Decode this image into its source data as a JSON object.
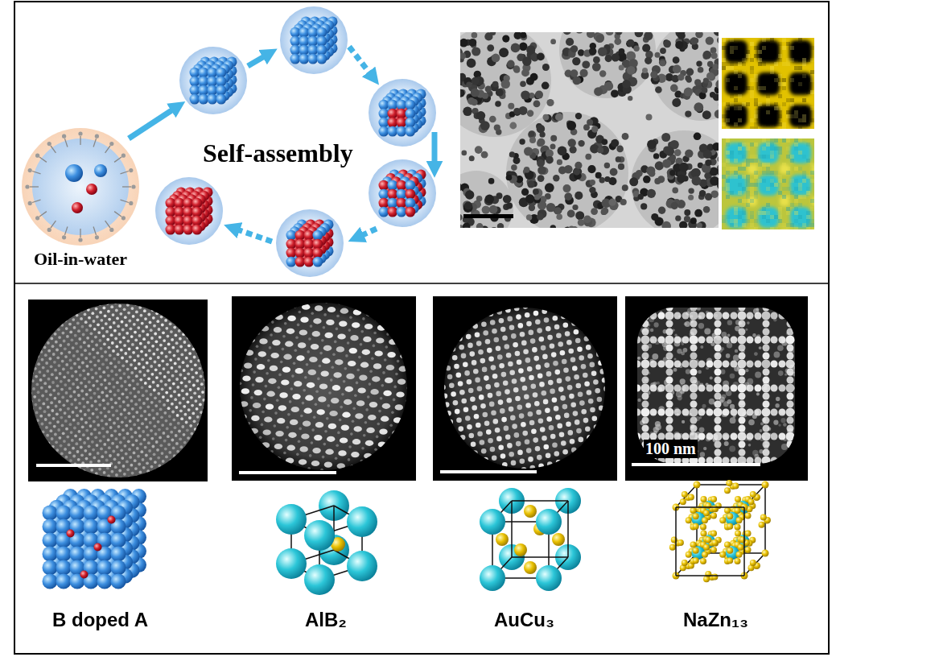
{
  "diagram": {
    "nodes": [
      {
        "text": [
          "Oil-in-water"
        ]
      }
    ],
    "labels": [
      "Self-assembly",
      "100 nm",
      "B doped A",
      "AlB₂",
      "AuCu₃",
      "NaZn₁₃"
    ]
  }
}
